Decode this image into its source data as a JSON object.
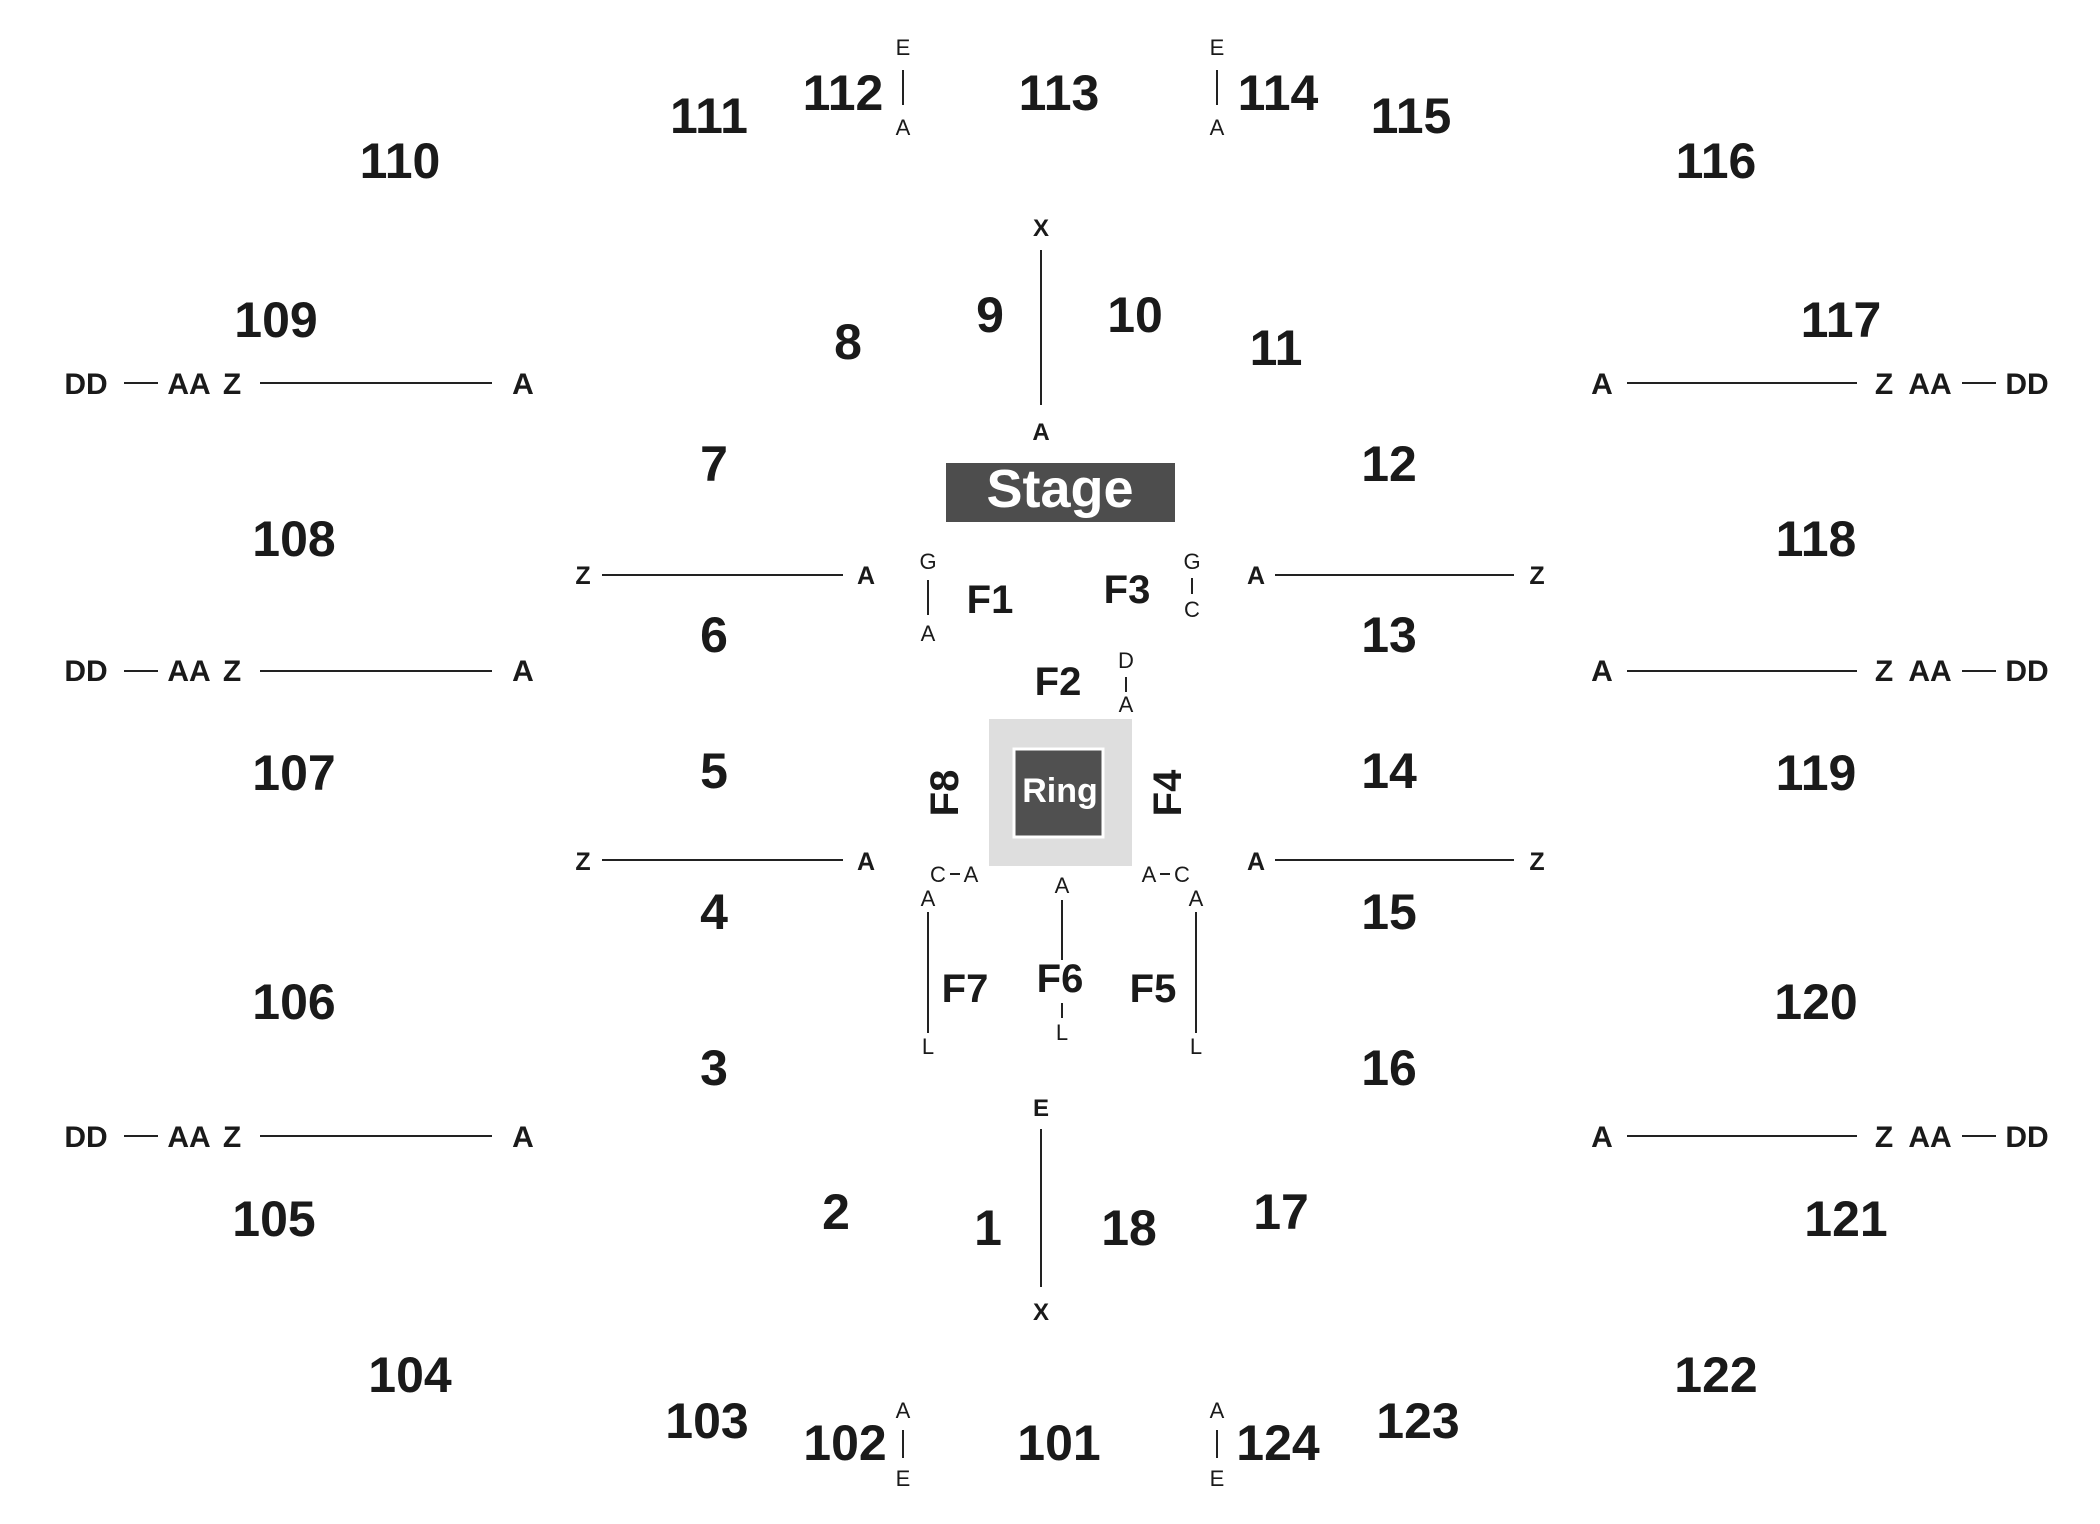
{
  "colors": {
    "stage": "#4d4d4d",
    "ring": "#505050",
    "ring_apron": "#dedede",
    "text": "#1a1a1a",
    "line": "#222222"
  },
  "stage_label": "Stage",
  "ring_label": "Ring",
  "sections": {
    "s110": "110",
    "s111": "111",
    "s112": "112",
    "s113": "113",
    "s114": "114",
    "s115": "115",
    "s116": "116",
    "s109": "109",
    "s117": "117",
    "s108": "108",
    "s118": "118",
    "s107": "107",
    "s119": "119",
    "s106": "106",
    "s120": "120",
    "s105": "105",
    "s121": "121",
    "s104": "104",
    "s103": "103",
    "s102": "102",
    "s101": "101",
    "s124": "124",
    "s123": "123",
    "s122": "122",
    "s1": "1",
    "s2": "2",
    "s3": "3",
    "s4": "4",
    "s5": "5",
    "s6": "6",
    "s7": "7",
    "s8": "8",
    "s9": "9",
    "s10": "10",
    "s11": "11",
    "s12": "12",
    "s13": "13",
    "s14": "14",
    "s15": "15",
    "s16": "16",
    "s17": "17",
    "s18": "18"
  },
  "floor": {
    "f1": "F1",
    "f2": "F2",
    "f3": "F3",
    "f4": "F4",
    "f5": "F5",
    "f6": "F6",
    "f7": "F7",
    "f8": "F8"
  },
  "rows": {
    "a": "A",
    "c": "C",
    "d": "D",
    "e": "E",
    "g": "G",
    "l": "L",
    "x": "X",
    "z": "Z",
    "aa": "AA",
    "dd": "DD"
  }
}
